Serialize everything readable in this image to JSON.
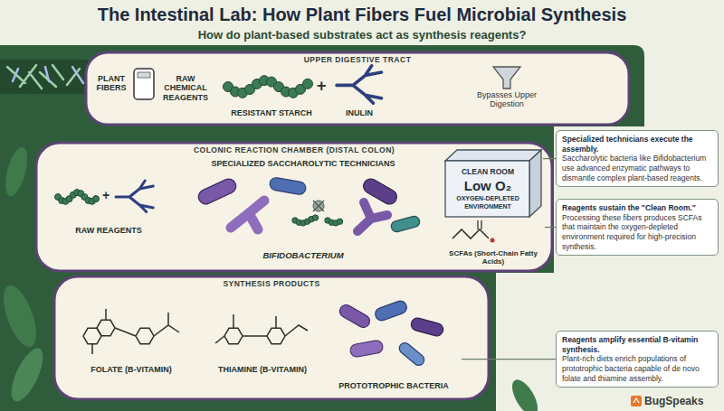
{
  "diagram": {
    "title": "The Intestinal Lab: How Plant Fibers Fuel Microbial Synthesis",
    "nodes": [
      {
        "text": [
          "UPPER DIGESTIVE TRACT"
        ]
      },
      {
        "text": [
          "PLANT FIBERS"
        ],
        "in": 0
      },
      {
        "text": [
          "RAW CHEMICAL REAGENTS"
        ],
        "in": 0
      },
      {
        "text": [
          "RESISTANT STARCH"
        ],
        "in": 0
      },
      {
        "text": [
          "INULIN"
        ],
        "in": 0
      },
      {
        "text": [
          "Bypasses Upper Digestion"
        ],
        "in": 0
      },
      {
        "text": [
          "COLONIC REACTION CHAMBER (DISTAL COLON)"
        ]
      },
      {
        "text": [
          "RAW REAGENTS"
        ],
        "in": 6
      },
      {
        "text": [
          "SPECIALIZED SACCHAROLYTIC TECHNICIANS",
          "BIFIDOBACTERIUM"
        ],
        "in": 6
      },
      {
        "text": [
          "CLEAN ROOM",
          "Low O₂",
          "OXYGEN-DEPLETED ENVIRONMENT"
        ],
        "in": 6
      },
      {
        "text": [
          "SCFAs (Short-Chain Fatty Acids)"
        ],
        "in": 6
      },
      {
        "text": [
          "SYNTHESIS PRODUCTS"
        ]
      },
      {
        "text": [
          "FOLATE (B-VITAMIN)"
        ],
        "in": 11
      },
      {
        "text": [
          "THIAMINE (B-VITAMIN)"
        ],
        "in": 11
      },
      {
        "text": [
          "PROTOTROPHIC BACTERIA"
        ],
        "in": 11
      },
      {
        "text": [
          "Specialized technicians execute the assembly.",
          "Saccharolytic bacteria like Bifidobacterium use advanced enzymatic pathways to dismantle complex plant-based reagents."
        ]
      },
      {
        "text": [
          "Reagents sustain the \"Clean Room.\"",
          "Processing these fibers produces SCFAs that maintain the oxygen-depleted environment required for high-precision synthesis."
        ]
      },
      {
        "text": [
          "Reagents amplify essential B-vitamin synthesis.",
          "Plant-rich diets enrich populations of prototrophic bacteria capable of de novo folate and thiamine assembly."
        ]
      }
    ],
    "edges": [
      {
        "from": 15,
        "to": 9,
        "arrow": "none"
      },
      {
        "from": 16,
        "to": 10,
        "arrow": "none"
      },
      {
        "from": 17,
        "to": 14,
        "arrow": "none"
      }
    ],
    "labels": [
      "How do plant-based substrates act as synthesis reagents?",
      "+",
      "+",
      "BugSpeaks"
    ]
  }
}
